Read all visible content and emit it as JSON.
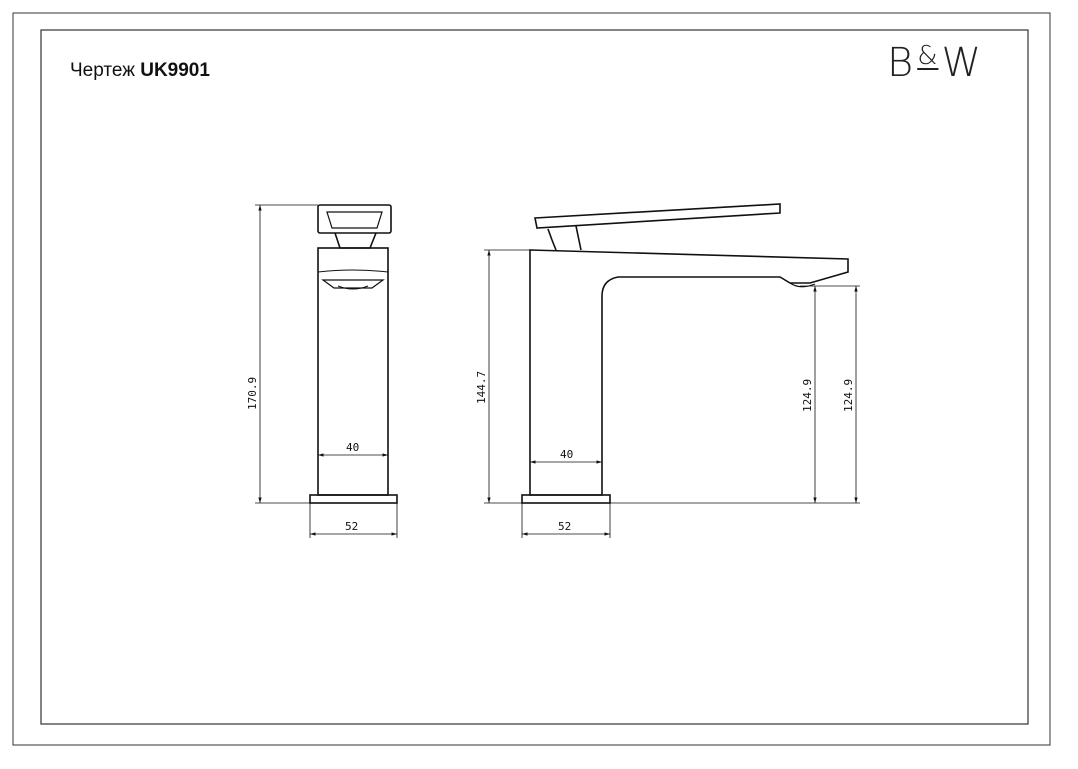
{
  "header": {
    "title_prefix": "Чертеж",
    "model_code": "UK9901",
    "brand_b": "B",
    "brand_amp": "&",
    "brand_w": "W"
  },
  "front_view": {
    "height_dim": "170.9",
    "body_width_dim": "40",
    "base_width_dim": "52"
  },
  "side_view": {
    "body_height_dim": "144.7",
    "body_width_dim": "40",
    "base_width_dim": "52",
    "spout_height_dim_a": "124.9",
    "spout_height_dim_b": "124.9"
  }
}
